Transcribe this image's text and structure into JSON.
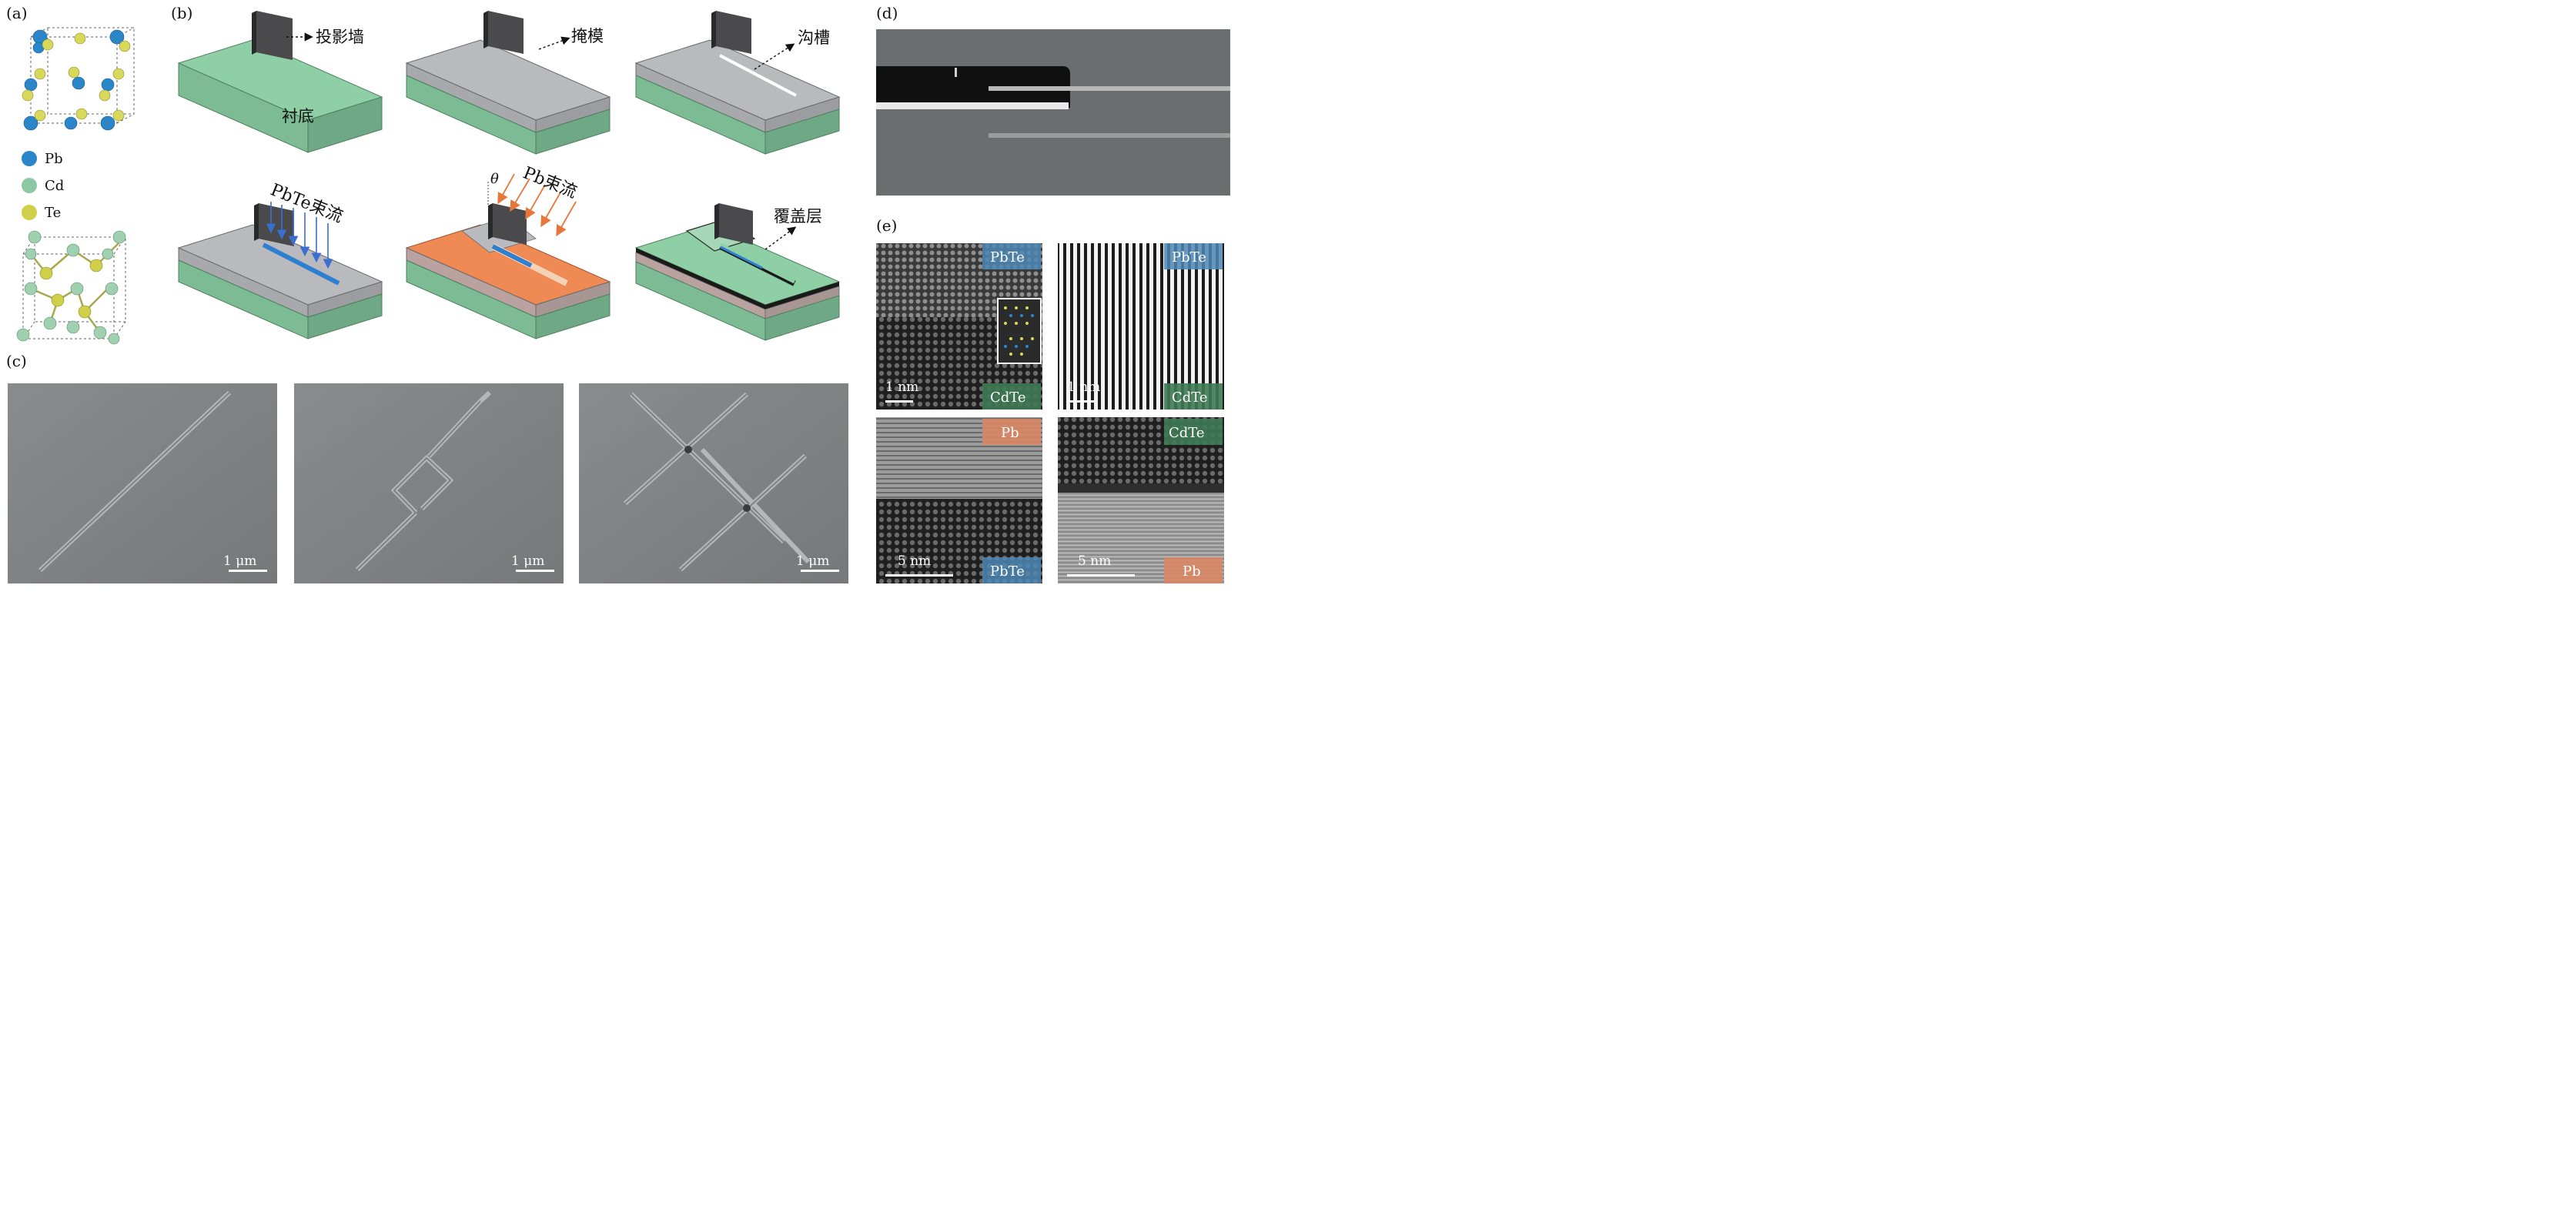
{
  "panels": {
    "a": "(a)",
    "b": "(b)",
    "c": "(c)",
    "d": "(d)",
    "e": "(e)"
  },
  "legend": [
    {
      "element": "Pb",
      "color": "#2a86c9"
    },
    {
      "element": "Cd",
      "color": "#8cc8a4"
    },
    {
      "element": "Te",
      "color": "#cfcf4a"
    }
  ],
  "process_labels": {
    "shadow_wall": "投影墙",
    "substrate": "衬底",
    "mask": "掩模",
    "trench": "沟槽",
    "pbte_flux": "PbTe束流",
    "theta": "θ",
    "pb_flux": "Pb束流",
    "capping": "覆盖层"
  },
  "sem_c_scalebars": [
    "1 μm",
    "1 μm",
    "1 μm"
  ],
  "tem_e": [
    {
      "top_tag": "PbTe",
      "bottom_tag": "CdTe",
      "scalebar": "1 nm"
    },
    {
      "top_tag": "PbTe",
      "bottom_tag": "CdTe",
      "scalebar": "1 nm"
    },
    {
      "top_tag": "Pb",
      "bottom_tag": "PbTe",
      "scalebar": "5 nm"
    },
    {
      "top_tag": "CdTe",
      "bottom_tag": "Pb",
      "scalebar": "5 nm"
    }
  ],
  "colors": {
    "substrate_green": "#8fcfa6",
    "mask_gray": "#b9babd",
    "pb_orange": "#f08a55",
    "nanowire_blue": "#2f7fd0",
    "arrow_blue": "#3a6fd0",
    "arrow_orange": "#e8763a",
    "tag_blue": "#4d87b5",
    "tag_green": "#3f7a55",
    "tag_orange": "#d98665"
  }
}
